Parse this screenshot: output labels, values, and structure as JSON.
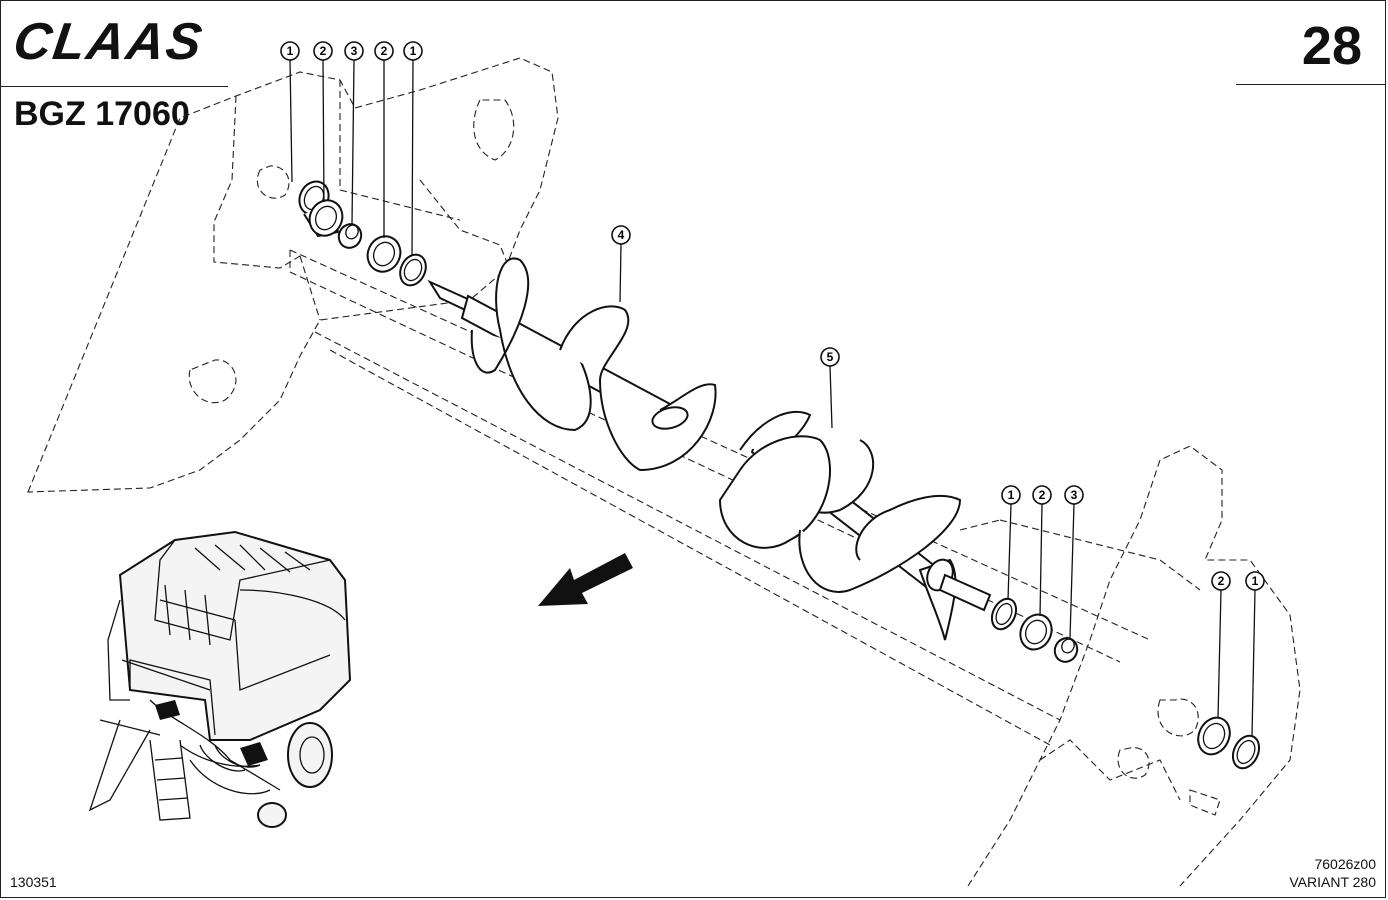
{
  "header": {
    "logo_text": "CLAAS",
    "doc_code": "BGZ 17060",
    "page_number": "28"
  },
  "footer": {
    "drawing_number": "130351",
    "figure_ref": "76026z00",
    "model_name": "VARIANT 280"
  },
  "callouts": [
    {
      "id": "c1",
      "label": "1"
    },
    {
      "id": "c2",
      "label": "2"
    },
    {
      "id": "c3",
      "label": "3"
    },
    {
      "id": "c4",
      "label": "2"
    },
    {
      "id": "c5",
      "label": "1"
    },
    {
      "id": "c6",
      "label": "4"
    },
    {
      "id": "c7",
      "label": "5"
    },
    {
      "id": "c8",
      "label": "1"
    },
    {
      "id": "c9",
      "label": "2"
    },
    {
      "id": "c10",
      "label": "3"
    },
    {
      "id": "c11",
      "label": "2"
    },
    {
      "id": "c12",
      "label": "1"
    }
  ]
}
